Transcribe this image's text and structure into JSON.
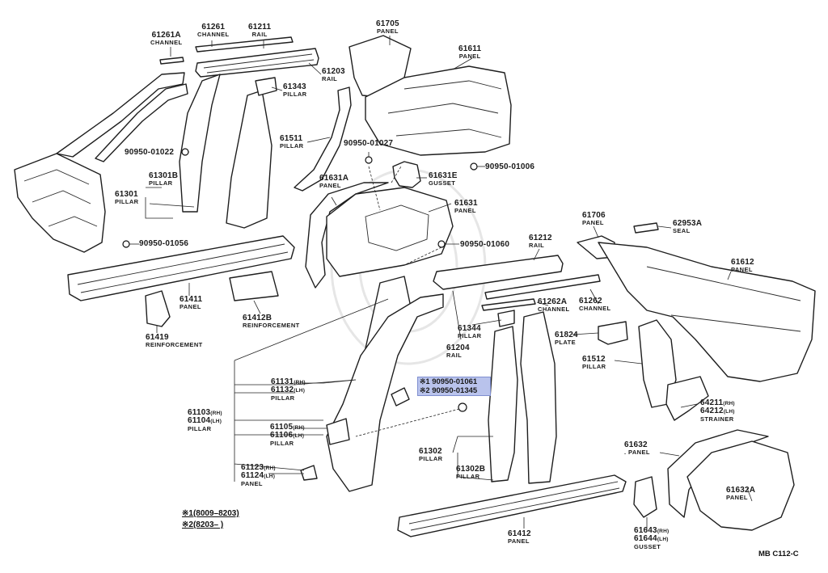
{
  "parts": {
    "p61261A": {
      "num": "61261A",
      "name": "CHANNEL"
    },
    "p61261": {
      "num": "61261",
      "name": "CHANNEL"
    },
    "p61211": {
      "num": "61211",
      "name": "RAIL"
    },
    "p61705": {
      "num": "61705",
      "name": "PANEL"
    },
    "p61611": {
      "num": "61611",
      "name": "PANEL"
    },
    "p61203": {
      "num": "61203",
      "name": "RAIL"
    },
    "p61343": {
      "num": "61343",
      "name": "PILLAR"
    },
    "p61511": {
      "num": "61511",
      "name": "PILLAR"
    },
    "b90950_01022": {
      "num": "90950-01022"
    },
    "b90950_01027": {
      "num": "90950-01027"
    },
    "b90950_01006": {
      "num": "90950-01006"
    },
    "p61631E": {
      "num": "61631E",
      "name": "GUSSET"
    },
    "p61301B": {
      "num": "61301B",
      "name": "PILLAR"
    },
    "p61301": {
      "num": "61301",
      "name": "PILLAR"
    },
    "p61631A": {
      "num": "61631A",
      "name": "PANEL"
    },
    "p61631": {
      "num": "61631",
      "name": "PANEL"
    },
    "b90950_01056": {
      "num": "90950-01056"
    },
    "b90950_01060": {
      "num": "90950-01060"
    },
    "p61212": {
      "num": "61212",
      "name": "RAIL"
    },
    "p61706": {
      "num": "61706",
      "name": "PANEL"
    },
    "p62953A": {
      "num": "62953A",
      "name": "SEAL"
    },
    "p61612": {
      "num": "61612",
      "name": "PANEL"
    },
    "p61411": {
      "num": "61411",
      "name": "PANEL"
    },
    "p61412B": {
      "num": "61412B",
      "name": "REINFORCEMENT"
    },
    "p61419": {
      "num": "61419",
      "name": "REINFORCEMENT"
    },
    "p61262A": {
      "num": "61262A",
      "name": "CHANNEL"
    },
    "p61262": {
      "num": "61262",
      "name": "CHANNEL"
    },
    "p61344": {
      "num": "61344",
      "name": "PILLAR"
    },
    "p61824": {
      "num": "61824",
      "name": "PLATE"
    },
    "p61204": {
      "num": "61204",
      "name": "RAIL"
    },
    "p61512": {
      "num": "61512",
      "name": "PILLAR"
    },
    "p61131": {
      "num": "61131",
      "suffix": "(RH)"
    },
    "p61132": {
      "num": "61132",
      "suffix": "(LH)",
      "name": "PILLAR"
    },
    "p61103": {
      "num": "61103",
      "suffix": "(RH)"
    },
    "p61104": {
      "num": "61104",
      "suffix": "(LH)",
      "name": "PILLAR"
    },
    "p61105": {
      "num": "61105",
      "suffix": "(RH)"
    },
    "p61106": {
      "num": "61106",
      "suffix": "(LH)",
      "name": "PILLAR"
    },
    "p64211": {
      "num": "64211",
      "suffix": "(RH)"
    },
    "p64212": {
      "num": "64212",
      "suffix": "(LH)",
      "name": "STRAINER"
    },
    "p61302": {
      "num": "61302",
      "name": "PILLAR"
    },
    "p61302B": {
      "num": "61302B",
      "name": "PILLAR"
    },
    "p61632": {
      "num": "61632",
      "name": ". PANEL"
    },
    "p61632A": {
      "num": "61632A",
      "name": "PANEL"
    },
    "p61123": {
      "num": "61123",
      "suffix": "(RH)"
    },
    "p61124": {
      "num": "61124",
      "suffix": "(LH)",
      "name": "PANEL"
    },
    "p61412": {
      "num": "61412",
      "name": "PANEL"
    },
    "p61643": {
      "num": "61643",
      "suffix": "(RH)"
    },
    "p61644": {
      "num": "61644",
      "suffix": "(LH)",
      "name": "GUSSET"
    }
  },
  "highlight": {
    "row1": {
      "mark": "※1",
      "num": "90950-01061"
    },
    "row2": {
      "mark": "※2",
      "num": "90950-01345"
    },
    "fill": "#b9c3ec",
    "border": "#7f8fd0"
  },
  "notes": {
    "n1": {
      "mark": "※1",
      "text": "(8009–8203)"
    },
    "n2": {
      "mark": "※2",
      "text": "(8203–      )"
    }
  },
  "code": "MB  C112-C"
}
